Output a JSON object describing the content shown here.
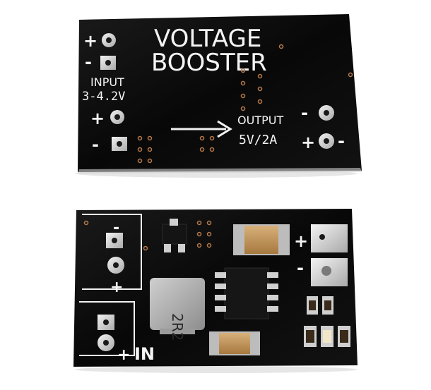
{
  "top_board": {
    "title_line1": "VOLTAGE",
    "title_line2": "BOOSTER",
    "input_label": "INPUT",
    "input_range": "3-4.2V",
    "output_label": "OUTPUT",
    "output_rating": "5V/2A",
    "plus_sign": "+",
    "minus_sign": "-"
  },
  "bottom_board": {
    "inductor_marking": "2R2",
    "in_label": "IN",
    "plus_sign": "+",
    "minus_sign": "-"
  },
  "colors": {
    "board": "#0b0b0b",
    "silkscreen": "#f2f2f2",
    "pad": "#d9d9d9",
    "capacitor": "#c89b5e"
  }
}
